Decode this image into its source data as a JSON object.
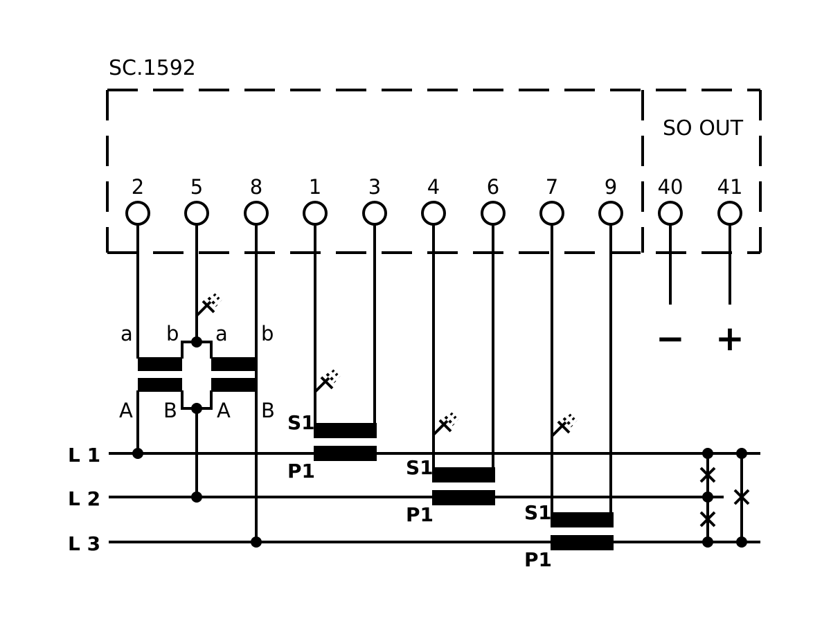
{
  "device_label": "SC.1592",
  "so_out_label": "SO OUT",
  "terminals": [
    "2",
    "5",
    "8",
    "1",
    "3",
    "4",
    "6",
    "7",
    "9",
    "40",
    "41"
  ],
  "lines": [
    "L 1",
    "L 2",
    "L 3"
  ],
  "vt_labels": {
    "a1": "a",
    "b1": "b",
    "a2": "a",
    "b2": "b",
    "A1": "A",
    "B1": "B",
    "A2": "A",
    "B2": "B"
  },
  "ct_labels": {
    "s1": "S1",
    "p1": "P1"
  },
  "output_signs": {
    "minus": "−",
    "plus": "+"
  },
  "colors": {
    "ink": "#000000",
    "background": "#ffffff"
  }
}
